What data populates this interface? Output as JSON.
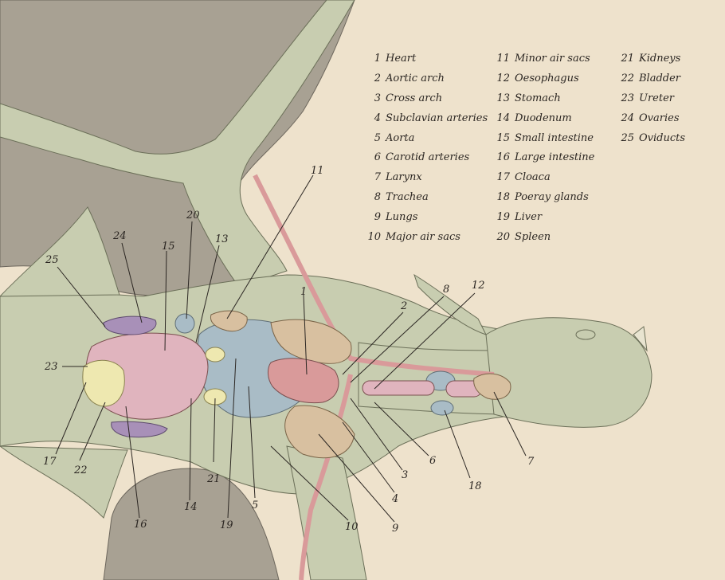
{
  "legend": [
    {
      "num": "1",
      "name": "Heart"
    },
    {
      "num": "2",
      "name": "Aortic arch"
    },
    {
      "num": "3",
      "name": "Cross arch"
    },
    {
      "num": "4",
      "name": "Subclavian arteries"
    },
    {
      "num": "5",
      "name": "Aorta"
    },
    {
      "num": "6",
      "name": "Carotid arteries"
    },
    {
      "num": "7",
      "name": "Larynx"
    },
    {
      "num": "8",
      "name": "Trachea"
    },
    {
      "num": "9",
      "name": "Lungs"
    },
    {
      "num": "10",
      "name": "Major air sacs"
    },
    {
      "num": "11",
      "name": "Minor air sacs"
    },
    {
      "num": "12",
      "name": "Oesophagus"
    },
    {
      "num": "13",
      "name": "Stomach"
    },
    {
      "num": "14",
      "name": "Duodenum"
    },
    {
      "num": "15",
      "name": "Small intestine"
    },
    {
      "num": "16",
      "name": "Large intestine"
    },
    {
      "num": "17",
      "name": "Cloaca"
    },
    {
      "num": "18",
      "name": "Poeray glands"
    },
    {
      "num": "19",
      "name": "Liver"
    },
    {
      "num": "20",
      "name": "Spleen"
    },
    {
      "num": "21",
      "name": "Kidneys"
    },
    {
      "num": "22",
      "name": "Bladder"
    },
    {
      "num": "23",
      "name": "Ureter"
    },
    {
      "num": "24",
      "name": "Ovaries"
    },
    {
      "num": "25",
      "name": "Oviducts"
    }
  ],
  "colors": {
    "parchment": "#eee2cc",
    "wing_membrane": "#a8a193",
    "body_skin": "#c8cdb0",
    "vessels": "#d99a9a",
    "air_sacs": "#a9bcc6",
    "lungs": "#d8c0a0",
    "liver": "#d8c0a0",
    "intestines": "#e0b4be",
    "ovaries": "#a890b8",
    "bladder": "#eee8b0",
    "ink": "#2b2622"
  }
}
